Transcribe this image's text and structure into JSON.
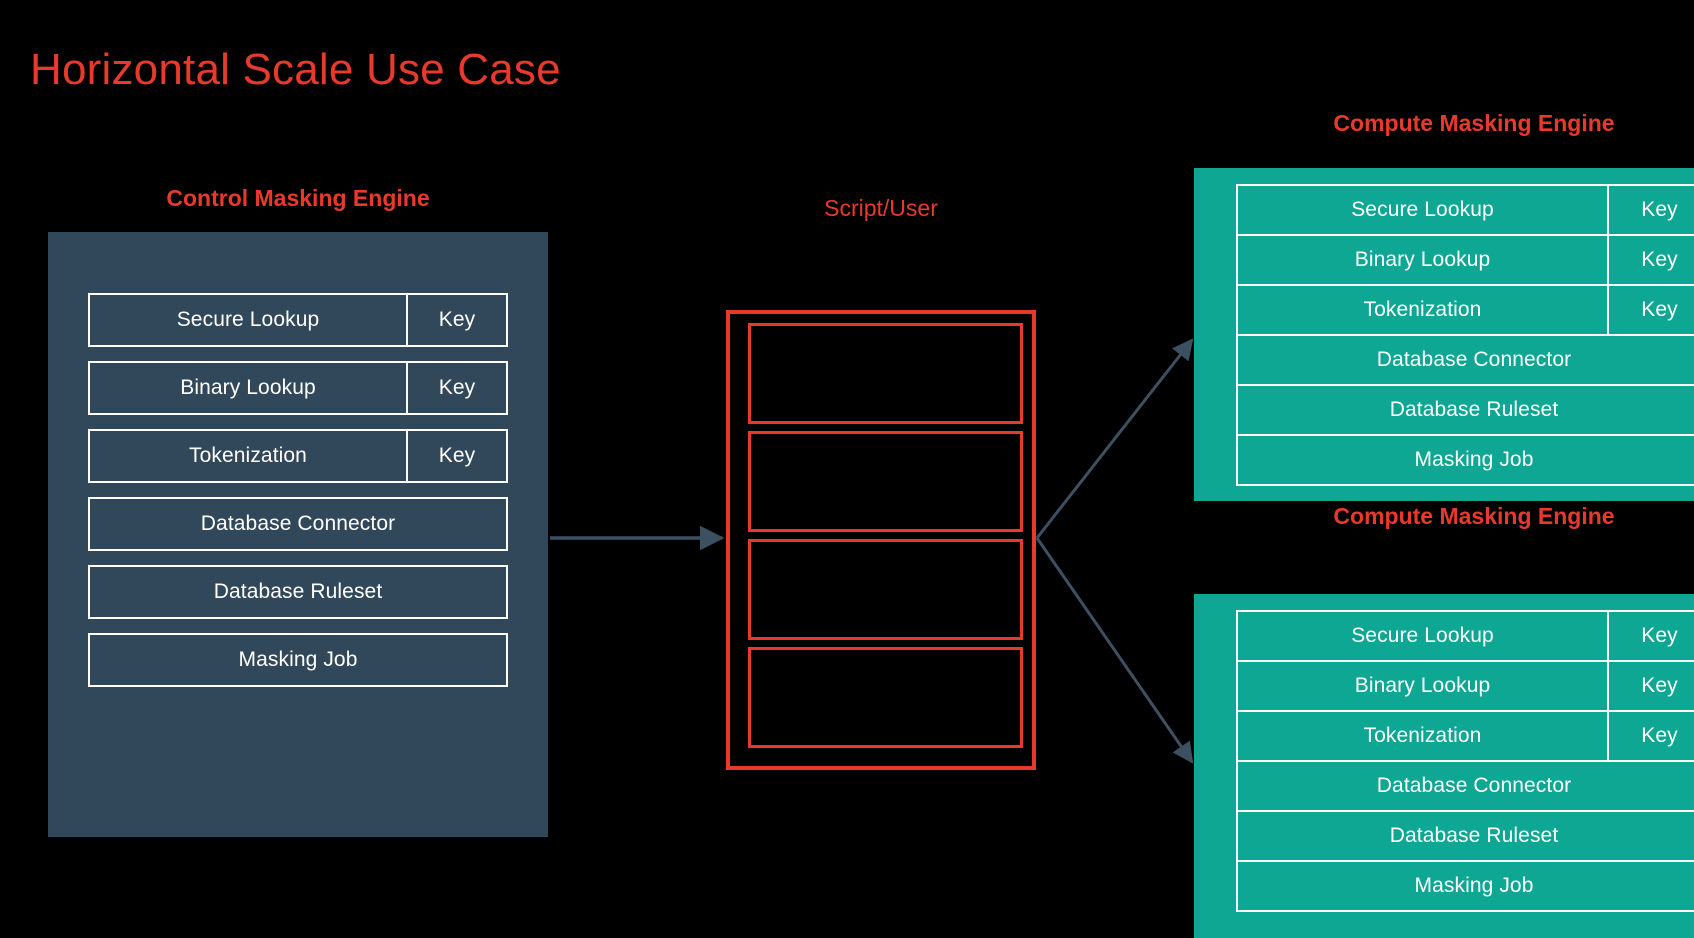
{
  "title": "Horizontal Scale Use Case",
  "colors": {
    "background": "#000000",
    "accent_red": "#E8392B",
    "control_panel": "#31475A",
    "compute_panel": "#0EA793",
    "arrow": "#3C5062",
    "border": "#FFFFFF"
  },
  "control_engine": {
    "caption": "Control Masking Engine",
    "rows": [
      {
        "label": "Secure Lookup",
        "key": "Key",
        "has_key": true
      },
      {
        "label": "Binary Lookup",
        "key": "Key",
        "has_key": true
      },
      {
        "label": "Tokenization",
        "key": "Key",
        "has_key": true
      },
      {
        "label": "Database Connector",
        "key": "",
        "has_key": false
      },
      {
        "label": "Database Ruleset",
        "key": "",
        "has_key": false
      },
      {
        "label": "Masking Job",
        "key": "",
        "has_key": false
      }
    ]
  },
  "script_user": {
    "caption": "Script/User",
    "slots": [
      "",
      "",
      "",
      ""
    ]
  },
  "compute_engines": [
    {
      "caption": "Compute Masking Engine",
      "rows": [
        {
          "label": "Secure Lookup",
          "key": "Key",
          "has_key": true
        },
        {
          "label": "Binary Lookup",
          "key": "Key",
          "has_key": true
        },
        {
          "label": "Tokenization",
          "key": "Key",
          "has_key": true
        },
        {
          "label": "Database Connector",
          "key": "",
          "has_key": false
        },
        {
          "label": "Database Ruleset",
          "key": "",
          "has_key": false
        },
        {
          "label": "Masking Job",
          "key": "",
          "has_key": false
        }
      ]
    },
    {
      "caption": "Compute Masking Engine",
      "rows": [
        {
          "label": "Secure Lookup",
          "key": "Key",
          "has_key": true
        },
        {
          "label": "Binary Lookup",
          "key": "Key",
          "has_key": true
        },
        {
          "label": "Tokenization",
          "key": "Key",
          "has_key": true
        },
        {
          "label": "Database Connector",
          "key": "",
          "has_key": false
        },
        {
          "label": "Database Ruleset",
          "key": "",
          "has_key": false
        },
        {
          "label": "Masking Job",
          "key": "",
          "has_key": false
        }
      ]
    }
  ],
  "connectors": [
    {
      "name": "control-to-script",
      "from": "control_engine",
      "to": "script_user"
    },
    {
      "name": "script-to-compute-top",
      "from": "script_user",
      "to": "compute_engine_1"
    },
    {
      "name": "script-to-compute-bottom",
      "from": "script_user",
      "to": "compute_engine_2"
    }
  ]
}
